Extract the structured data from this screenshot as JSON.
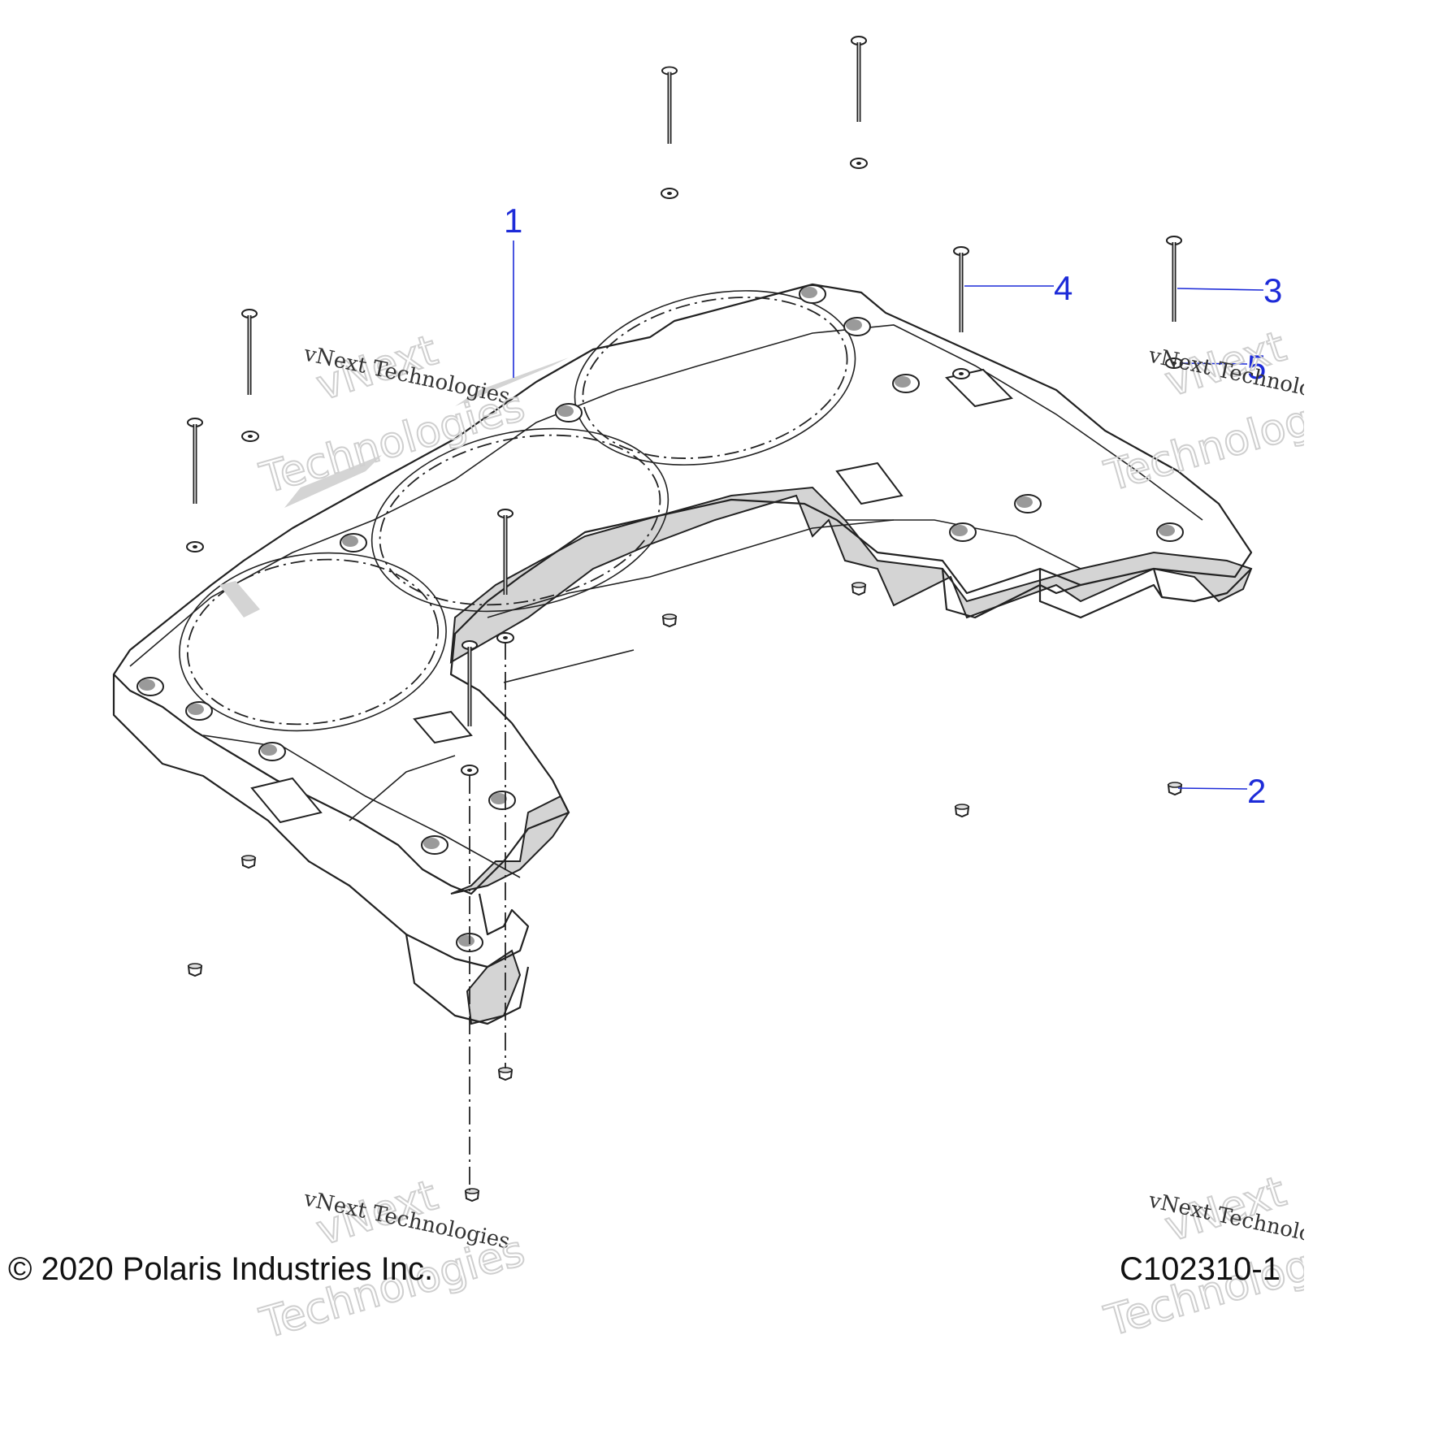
{
  "callouts": [
    {
      "id": "1",
      "label": "1"
    },
    {
      "id": "2",
      "label": "2"
    },
    {
      "id": "3",
      "label": "3"
    },
    {
      "id": "4",
      "label": "4"
    },
    {
      "id": "5",
      "label": "5"
    }
  ],
  "footer": {
    "copyright": "© 2020 Polaris Industries Inc.",
    "drawing_number": "C102310-1"
  },
  "watermark": {
    "brand_small": "vNext Technologies",
    "brand_big_1": "vNext",
    "brand_big_2": "Technologies"
  },
  "colors": {
    "callout": "#1d2bd8",
    "line": "#222222",
    "shade": "#d4d4d4"
  }
}
